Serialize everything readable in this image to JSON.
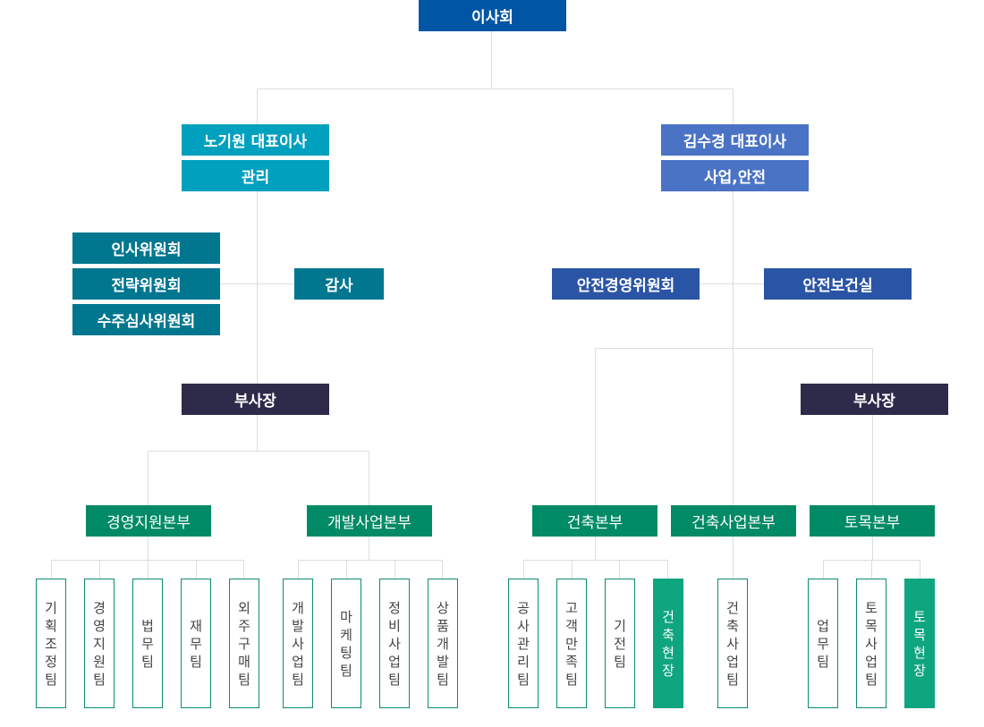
{
  "colors": {
    "board": "#0055a5",
    "ceo_left": "#00a0bf",
    "ceo_right": "#4a73c6",
    "committee": "#00768f",
    "safety": "#2a54a5",
    "vp": "#2d2a4a",
    "division": "#008a66",
    "team_border": "#0b8c72",
    "site_fill": "#0fa57f",
    "line": "#dddddd"
  },
  "board": {
    "label": "이사회"
  },
  "ceo_left": {
    "name": "노기원 대표이사",
    "role": "관리"
  },
  "ceo_right": {
    "name": "김수경 대표이사",
    "role": "사업,안전"
  },
  "committees": [
    "인사위원회",
    "전략위원회",
    "수주심사위원회"
  ],
  "audit": {
    "label": "감사"
  },
  "safety_committee": {
    "label": "안전경영위원회"
  },
  "safety_office": {
    "label": "안전보건실"
  },
  "vp_left": {
    "label": "부사장"
  },
  "vp_right": {
    "label": "부사장"
  },
  "divisions": {
    "management_support": "경영지원본부",
    "development_business": "개발사업본부",
    "architecture": "건축본부",
    "architecture_business": "건축사업본부",
    "civil": "토목본부"
  },
  "teams": [
    {
      "text": "기획조정팀",
      "filled": false
    },
    {
      "text": "경영지원팀",
      "filled": false
    },
    {
      "text": "법무팀",
      "filled": false
    },
    {
      "text": "재무팀",
      "filled": false
    },
    {
      "text": "외주구매팀",
      "filled": false
    },
    {
      "text": "개발사업팀",
      "filled": false
    },
    {
      "text": "마케팅팀",
      "filled": false
    },
    {
      "text": "정비사업팀",
      "filled": false
    },
    {
      "text": "상품개발팀",
      "filled": false
    },
    {
      "text": "공사관리팀",
      "filled": false
    },
    {
      "text": "고객만족팀",
      "filled": false
    },
    {
      "text": "기전팀",
      "filled": false
    },
    {
      "text": "건축현장",
      "filled": true
    },
    {
      "text": "건축사업팀",
      "filled": false
    },
    {
      "text": "업무팀",
      "filled": false
    },
    {
      "text": "토목사업팀",
      "filled": false
    },
    {
      "text": "토목현장",
      "filled": true
    }
  ]
}
